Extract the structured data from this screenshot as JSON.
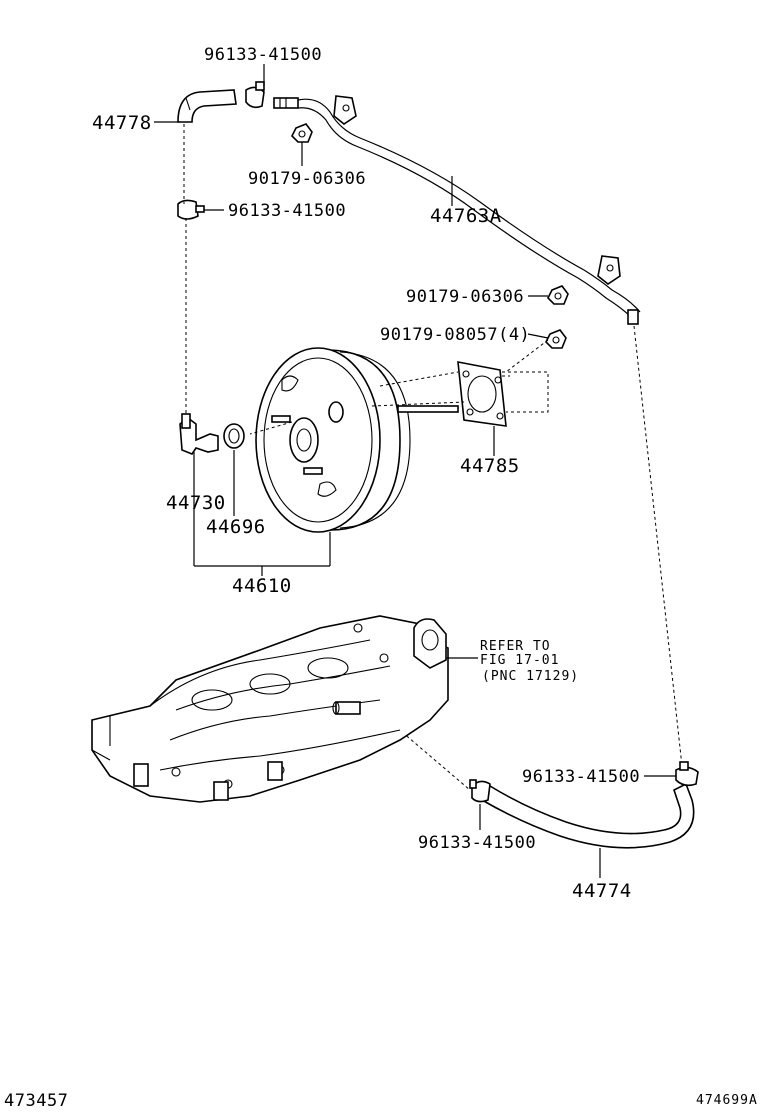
{
  "labels": {
    "clip_top": "96133-41500",
    "hose_44778": "44778",
    "nut_top": "90179-06306",
    "clip_left": "96133-41500",
    "pipe_44763a": "44763A",
    "nut_right": "90179-06306",
    "nut_booster": "90179-08057(4)",
    "gasket_44785": "44785",
    "check_valve_44730": "44730",
    "grommet_44696": "44696",
    "booster_44610": "44610",
    "refer_line1": "REFER TO",
    "refer_line2": "FIG 17-01",
    "refer_line3": "(PNC 17129)",
    "clip_right": "96133-41500",
    "clip_bottom": "96133-41500",
    "hose_44774": "44774",
    "footer_left": "473457",
    "footer_right": "474699A"
  }
}
